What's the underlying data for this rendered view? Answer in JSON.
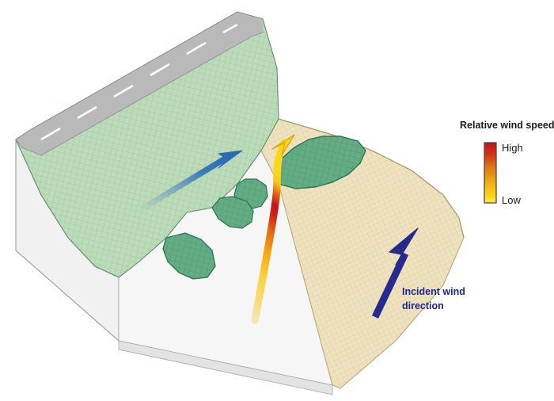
{
  "figure": {
    "kind": "3d-block-diagram",
    "subject": "Wind flow acceleration through a gap in a vegetated ridge",
    "background_color": "#ffffff"
  },
  "legend": {
    "title": "Relative wind speed",
    "high_label": "High",
    "low_label": "Low",
    "colorbar": {
      "orientation": "vertical",
      "high_color": "#c8161d",
      "mid_color": "#e98612",
      "low_color": "#ffdd17",
      "border_color": "#4a4a4a"
    }
  },
  "annotations": {
    "incident_wind": {
      "label_line1": "Incident wind",
      "label_line2": "direction",
      "arrow_color": "#252a8c"
    },
    "deflected_wind": {
      "arrow_color": "#3b7cc0"
    },
    "gap_jet": {
      "description": "streamline accelerating through the gap",
      "start_color": "#f2d26a",
      "peak_color": "#c8161d",
      "end_color": "#ffd617"
    }
  },
  "terrain": {
    "lee_slope_color": "#bcdcb9",
    "ridge_crest_color": "#5bab7d",
    "plain_color": "#eee2bf",
    "road_color": "#b9b9b9",
    "road_marking_color": "#ffffff",
    "block_side_color": "#f0f0f0",
    "mesh_line_color": "#7d9a86"
  }
}
